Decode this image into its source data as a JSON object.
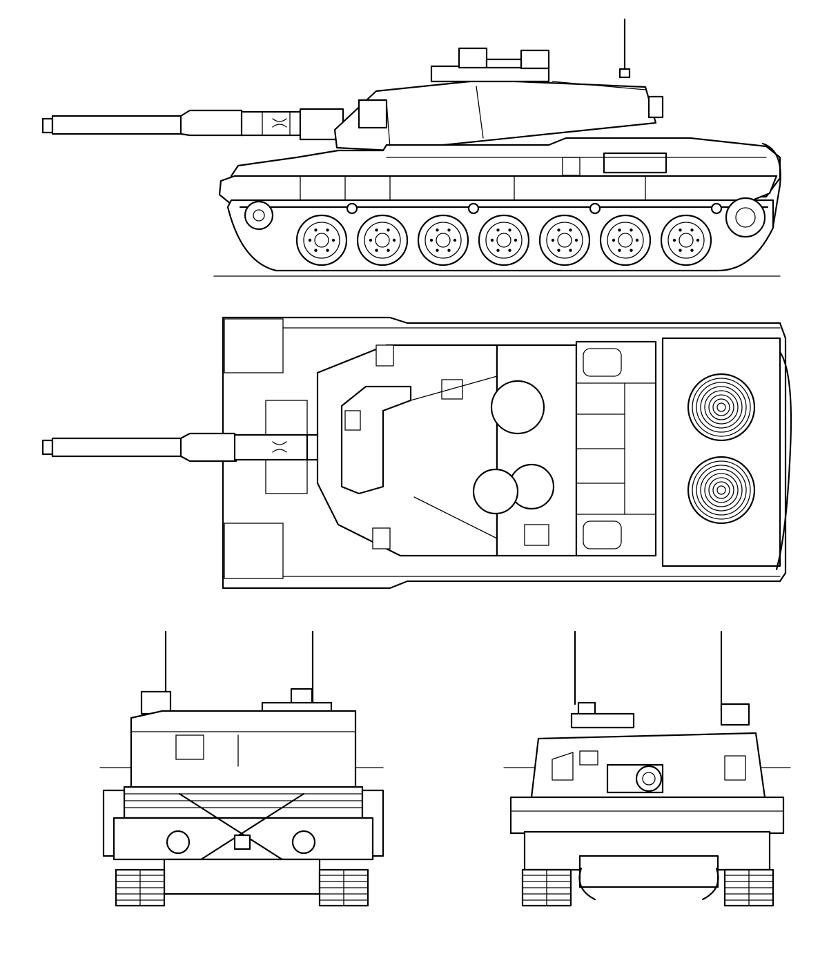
{
  "drawing": {
    "subject": "",
    "views": [
      "side",
      "top",
      "front",
      "rear"
    ]
  },
  "colors": {
    "line": "#000000",
    "background": "#ffffff"
  },
  "side_view": {
    "road_wheel_count": 7,
    "return_roller_count": 4
  },
  "top_view": {
    "fan_count": 2
  }
}
